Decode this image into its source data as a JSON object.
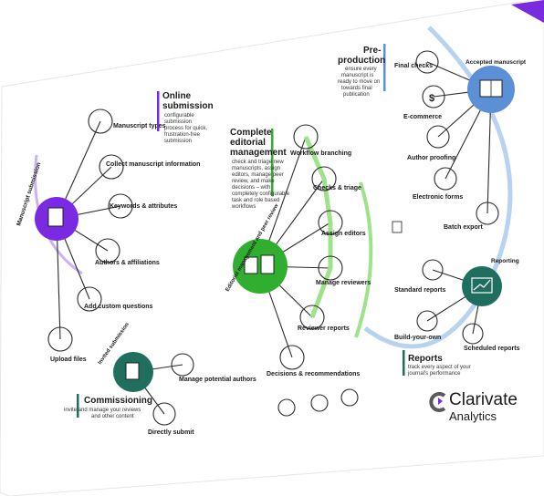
{
  "sections": {
    "online": {
      "title1": "Online",
      "title2": "submission",
      "desc": [
        "configurable",
        "submission",
        "process for quick,",
        "frustration-free",
        "submission"
      ]
    },
    "complete": {
      "title1": "Complete",
      "title2": "editorial",
      "title3": "management",
      "desc": [
        "check and triage new",
        "manuscripts, assign",
        "editors, manage peer",
        "review, and make",
        "decisions – with",
        "completely configurable",
        "task and role based",
        "workflows"
      ]
    },
    "preproduction": {
      "title1": "Pre-",
      "title2": "production",
      "desc": [
        "ensure every",
        "manuscript is",
        "ready to move on",
        "towards final",
        "publication"
      ]
    },
    "commissioning": {
      "title": "Commissioning",
      "desc": [
        "invite and manage your reviews",
        "and other content"
      ]
    },
    "reports": {
      "title": "Reports",
      "desc": [
        "track every aspect of your",
        "journal's performance"
      ]
    }
  },
  "hubs": {
    "manuscript_submission": "Manuscript submission",
    "editorial": "Editorial management and peer review",
    "accepted": "Accepted manuscript",
    "invited": "Invited submission",
    "reporting": "Reporting"
  },
  "nodes": {
    "manuscript_types": "Manuscript types",
    "collect_info": "Collect manuscript information",
    "keywords": "Keywords & attributes",
    "authors": "Authors & affiliations",
    "custom_questions": "Add custom questions",
    "upload_files": "Upload files",
    "workflow_branching": "Workflow branching",
    "checks_triage": "Checks & triage",
    "assign_editors": "Assign editors",
    "manage_reviewers": "Manage reviewers",
    "reviewer_reports": "Reviewer reports",
    "decisions": "Decisions & recommendations",
    "final_checks": "Final checks",
    "ecommerce": "E-commerce",
    "author_proofing": "Author proofing",
    "electronic_forms": "Electronic forms",
    "batch_export": "Batch export",
    "manage_potential": "Manage potential authors",
    "directly_submit": "Directly submit",
    "standard_reports": "Standard reports",
    "build_your_own": "Build-your-own",
    "scheduled_reports": "Scheduled reports"
  },
  "brand": {
    "name1": "Clarivate",
    "name2": "Analytics"
  },
  "colors": {
    "purple": "#7a2be2",
    "green": "#2fae2f",
    "blue": "#5b8fd6",
    "teal": "#1f6e5e",
    "lightgreen": "#9ee28a",
    "lightblue": "#b8d2f2"
  },
  "icons": [
    "document-icon",
    "dollar-icon",
    "book-icon",
    "chart-icon",
    "checklist-icon",
    "people-icon"
  ]
}
